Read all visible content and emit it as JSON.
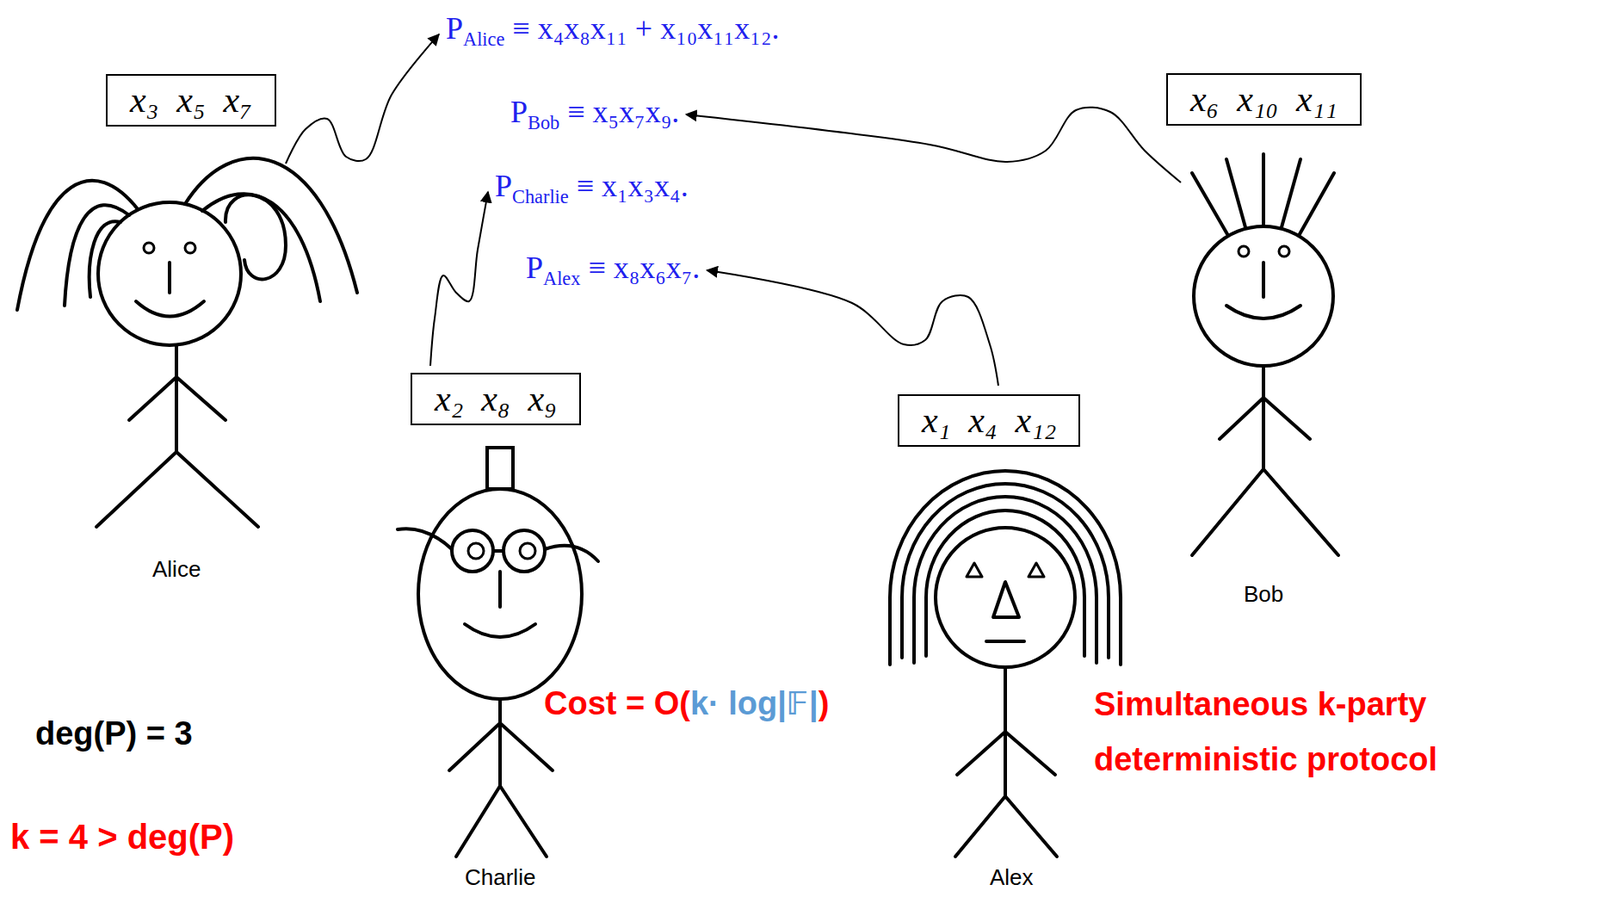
{
  "diagram": {
    "nodes": [
      {
        "text": [
          "x₃ x₅ x₇"
        ]
      },
      {
        "text": [
          "x₆ x₁₀ x₁₁"
        ]
      },
      {
        "text": [
          "x₂ x₈ x₉"
        ]
      },
      {
        "text": [
          "x₁ x₄ x₁₂"
        ]
      }
    ],
    "labels": [
      "PAlice ≡ x₄x₈x₁₁ + x₁₀x₁₁x₁₂.",
      "PBob ≡ x₅x₇x₉.",
      "PCharlie ≡ x₁x₃x₄.",
      "PAlex ≡ x₈x₆x₇.",
      "Alice",
      "Bob",
      "Charlie",
      "Alex",
      "deg(P) = 3",
      "Cost = O(k· log|𝔽|)",
      "Simultaneous k-party deterministic protocol",
      "k = 4 > deg(P)"
    ]
  }
}
